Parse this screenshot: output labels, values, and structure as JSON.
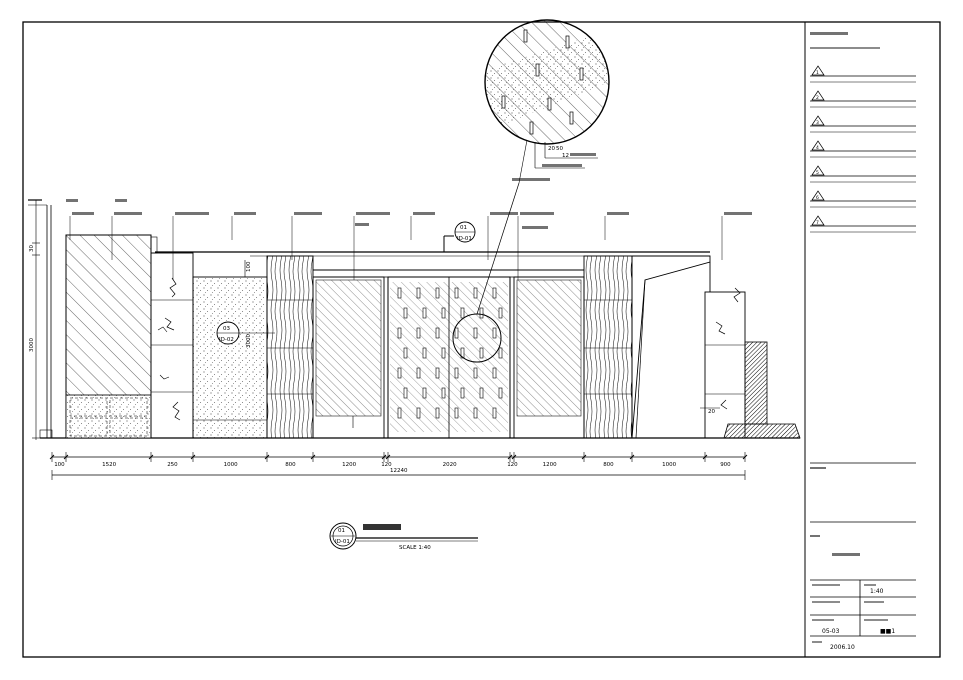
{
  "drawing": {
    "dimensions_bottom": [
      "100",
      "1520",
      "250",
      "1000",
      "800",
      "1200",
      "120",
      "2020",
      "120",
      "1200",
      "800",
      "1000",
      "900"
    ],
    "overall_dimension": "12240",
    "left_dimensions": [
      "30",
      "3000"
    ],
    "section_tag": {
      "number": "01",
      "ref": "ID-01"
    },
    "detail_tag": {
      "number": "03",
      "ref": "ID-02"
    },
    "title_tag": {
      "number": "01",
      "ref": "ID-01"
    },
    "scale_label": "SCALE 1:40",
    "dimensions_inner": [
      "100",
      "3000",
      "20"
    ],
    "detail_dims": [
      "20",
      "50",
      "12"
    ]
  },
  "title_block": {
    "revisions": [
      "1",
      "2",
      "3",
      "4",
      "5",
      "6",
      "7"
    ],
    "drawing_scale": "1:40",
    "project_no": "05-03",
    "date": "2006.10"
  }
}
